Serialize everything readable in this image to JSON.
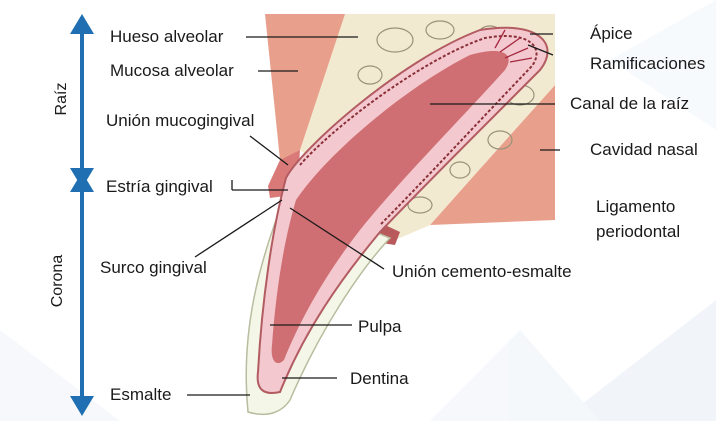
{
  "sections": {
    "root": "Raíz",
    "crown": "Corona"
  },
  "labels": {
    "alveolar_bone": "Hueso alveolar",
    "alveolar_mucosa": "Mucosa alveolar",
    "mucogingival_junction": "Unión mucogingival",
    "gingival_groove": "Estría gingival",
    "gingival_sulcus": "Surco gingival",
    "enamel": "Esmalte",
    "apex": "Ápice",
    "ramifications": "Ramificaciones",
    "root_canal": "Canal de la raíz",
    "nasal_cavity": "Cavidad nasal",
    "periodontal_ligament_1": "Ligamento",
    "periodontal_ligament_2": "periodontal",
    "cementoenamel_junction": "Unión cemento-esmalte",
    "pulp": "Pulpa",
    "dentin": "Dentina"
  },
  "colors": {
    "arrow": "#1f6fb2",
    "bone": "#f2ead0",
    "mucosa": "#e8a08c",
    "gum": "#d97a78",
    "dentin": "#f3c9cf",
    "pulp": "#cf6f73",
    "enamel": "#f4f6e8",
    "background": "#ffffff",
    "watermark": "#e6edf6"
  }
}
